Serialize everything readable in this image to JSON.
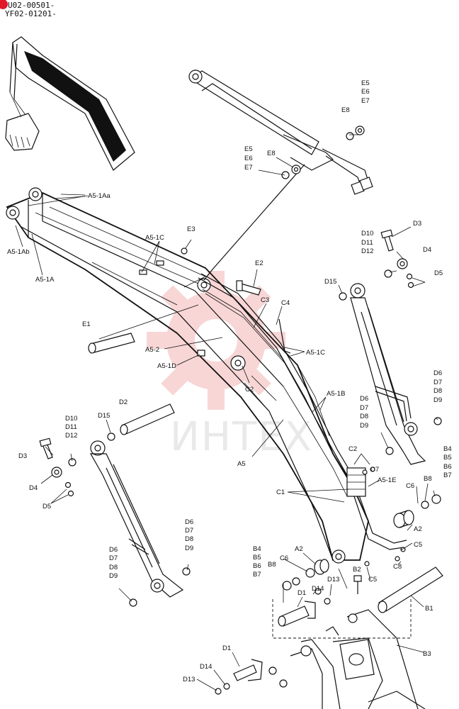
{
  "document": {
    "codes": [
      "U02-00501-",
      "YF02-01201-"
    ],
    "watermark_text": "ИНТЕХ",
    "badge_color": "#e0192b",
    "watermark_gear_color": "#f7c9c9"
  },
  "callouts": {
    "A5_1Aa": "A5-1Aa",
    "A5_1Ab": "A5-1Ab",
    "A5_1A": "A5-1A",
    "A5_1C_top": "A5-1C",
    "A5_1C_right": "A5-1C",
    "A5_1D": "A5-1D",
    "A5_2": "A5-2",
    "A5_1B": "A5-1B",
    "A5_1E": "A5-1E",
    "A5": "A5",
    "E3": "E3",
    "E2": "E2",
    "E1": "E1",
    "E5_top": "E5",
    "E6_top": "E6",
    "E7_top": "E7",
    "E8_top": "E8",
    "E5_mid": "E5",
    "E6_mid": "E6",
    "E7_mid": "E7",
    "E8_mid": "E8",
    "C1": "C1",
    "C2_mid": "C2",
    "C2_right": "C2",
    "C3": "C3",
    "C4": "C4",
    "C5_a": "C5",
    "C5_b": "C5",
    "C6_right": "C6",
    "C6_bottom": "C6",
    "C7": "C7",
    "C8": "C8",
    "A2_right": "A2",
    "A2_bottom": "A2",
    "B1": "B1",
    "B2": "B2",
    "B3": "B3",
    "B4_r": "B4",
    "B5_r": "B5",
    "B6_r": "B6",
    "B7_r": "B7",
    "B8_r": "B8",
    "B4_l": "B4",
    "B5_l": "B5",
    "B6_l": "B6",
    "B7_l": "B7",
    "B8_l": "B8",
    "D1_a": "D1",
    "D1_b": "D1",
    "D2": "D2",
    "D3_r": "D3",
    "D3_l": "D3",
    "D4_r": "D4",
    "D4_l": "D4",
    "D5_r": "D5",
    "D5_l": "D5",
    "D6_r1": "D6",
    "D7_r1": "D7",
    "D8_r1": "D8",
    "D9_r1": "D9",
    "D6_r2": "D6",
    "D7_r2": "D7",
    "D8_r2": "D8",
    "D9_r2": "D9",
    "D6_l1": "D6",
    "D7_l1": "D7",
    "D8_l1": "D8",
    "D9_l1": "D9",
    "D6_l2": "D6",
    "D7_l2": "D7",
    "D8_l2": "D8",
    "D9_l2": "D9",
    "D10_r": "D10",
    "D11_r": "D11",
    "D12_r": "D12",
    "D10_l": "D10",
    "D11_l": "D11",
    "D12_l": "D12",
    "D13_a": "D13",
    "D13_b": "D13",
    "D14_a": "D14",
    "D14_b": "D14",
    "D15_r": "D15",
    "D15_l": "D15"
  }
}
